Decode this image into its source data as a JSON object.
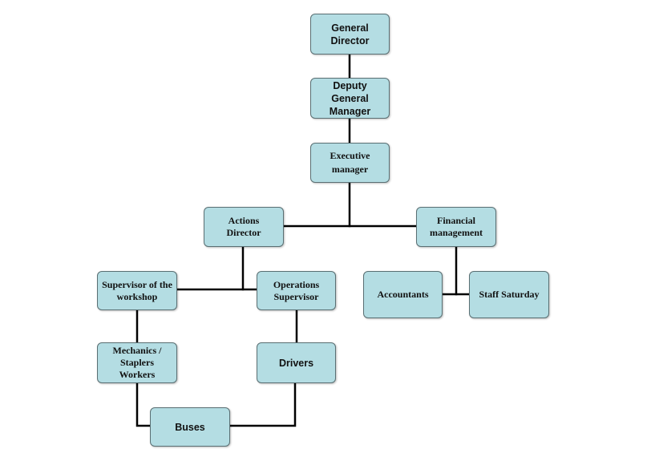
{
  "nodes": {
    "general_director": "General Director",
    "deputy_general_manager": "Deputy General Manager",
    "executive_manager": "Executive manager",
    "actions_director": "Actions Director",
    "financial_management": "Financial management",
    "supervisor_workshop": "Supervisor of the workshop",
    "operations_supervisor": "Operations Supervisor",
    "accountants": "Accountants",
    "staff_saturday": "Staff Saturday",
    "mechanics_staplers_workers": "Mechanics / Staplers Workers",
    "drivers": "Drivers",
    "buses": "Buses"
  },
  "colors": {
    "box_fill": "#b4dde3",
    "box_border": "#5a6f73",
    "connector": "#000000"
  }
}
